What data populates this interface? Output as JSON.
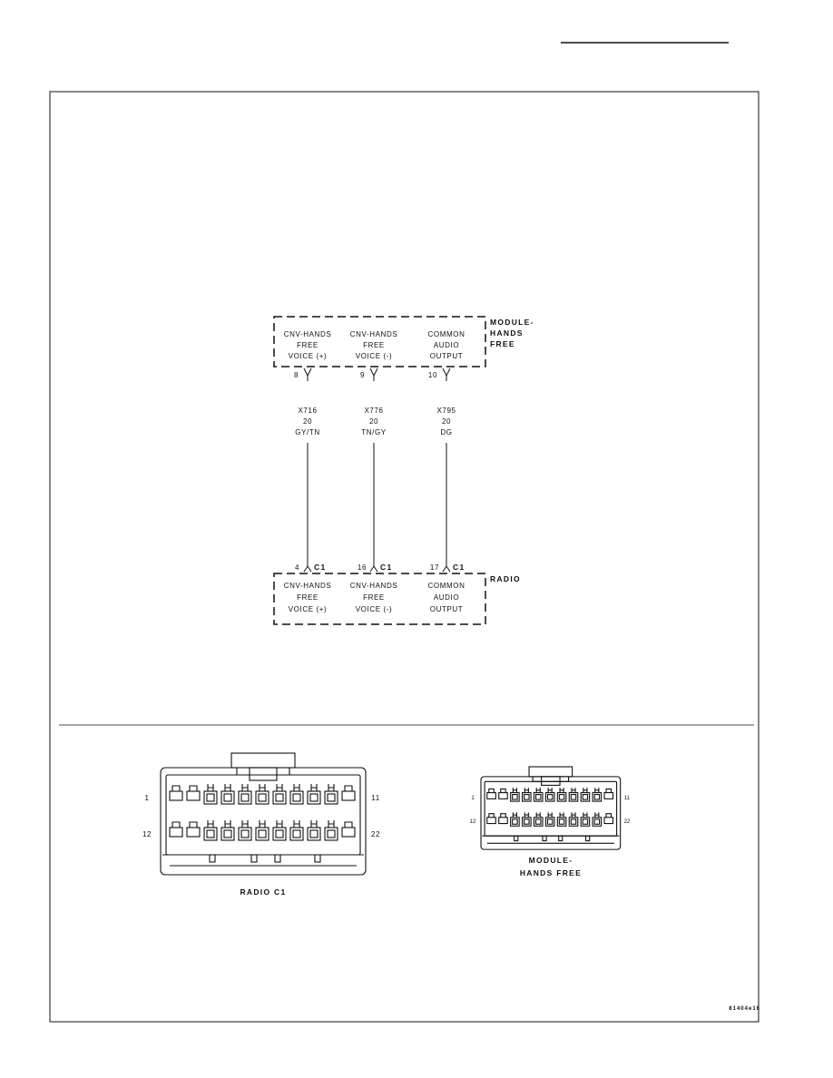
{
  "upper_component": {
    "name_lines": [
      "MODULE-",
      "HANDS",
      "FREE"
    ],
    "pins": [
      {
        "label_lines": [
          "CNV-HANDS",
          "FREE",
          "VOICE (+)"
        ],
        "pin": "8"
      },
      {
        "label_lines": [
          "CNV-HANDS",
          "FREE",
          "VOICE (-)"
        ],
        "pin": "9"
      },
      {
        "label_lines": [
          "COMMON",
          "AUDIO",
          "OUTPUT"
        ],
        "pin": "10"
      }
    ]
  },
  "wires": [
    {
      "circuit": "X716",
      "gauge": "20",
      "color": "GY/TN"
    },
    {
      "circuit": "X776",
      "gauge": "20",
      "color": "TN/GY"
    },
    {
      "circuit": "X795",
      "gauge": "20",
      "color": "DG"
    }
  ],
  "lower_component": {
    "name": "RADIO",
    "connector": "C1",
    "pins": [
      {
        "pin": "4",
        "label_lines": [
          "CNV-HANDS",
          "FREE",
          "VOICE (+)"
        ]
      },
      {
        "pin": "16",
        "label_lines": [
          "CNV-HANDS",
          "FREE",
          "VOICE (-)"
        ]
      },
      {
        "pin": "17",
        "label_lines": [
          "COMMON",
          "AUDIO",
          "OUTPUT"
        ]
      }
    ]
  },
  "connector_views": [
    {
      "name_lines": [
        "RADIO C1"
      ],
      "pin_numbers": {
        "top_left": "1",
        "bottom_left": "12",
        "top_right": "11",
        "bottom_right": "22"
      }
    },
    {
      "name_lines": [
        "MODULE-",
        "HANDS FREE"
      ],
      "pin_numbers": {
        "top_left": "1",
        "bottom_left": "12",
        "top_right": "11",
        "bottom_right": "22"
      }
    }
  ],
  "figure_id": "81404e16"
}
